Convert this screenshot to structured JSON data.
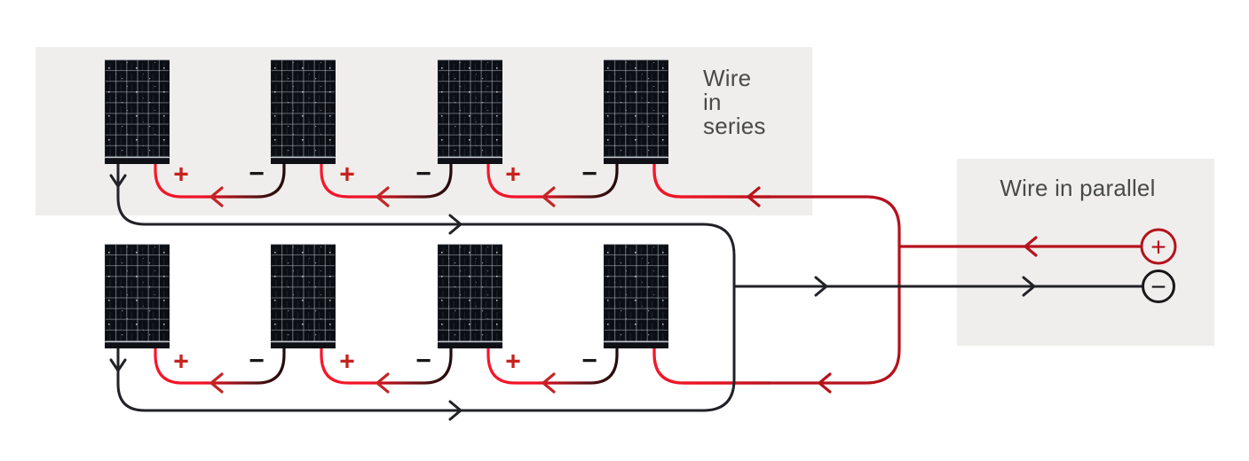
{
  "series_section": {
    "title_lines": [
      "Wire",
      "in",
      "series"
    ],
    "bg": "#f0eeec"
  },
  "parallel_section": {
    "title": "Wire in parallel",
    "bg": "#f0eeec"
  },
  "wire_labels": {
    "plus": "+",
    "minus": "−"
  },
  "terminals": {
    "positive_symbol": "+",
    "negative_symbol": "−"
  },
  "panels": {
    "count": 8,
    "rows": 2,
    "per_row": 4
  },
  "colors": {
    "positive_wire_bright": "#f6172b",
    "positive_bus": "#b5121d",
    "negative_wire": "#212227",
    "plus_label": "#c5221f",
    "minus_label": "#17181a",
    "section_text": "#484a49",
    "section_bg": "#f0eeec",
    "panel_base": "#0b0e14"
  }
}
